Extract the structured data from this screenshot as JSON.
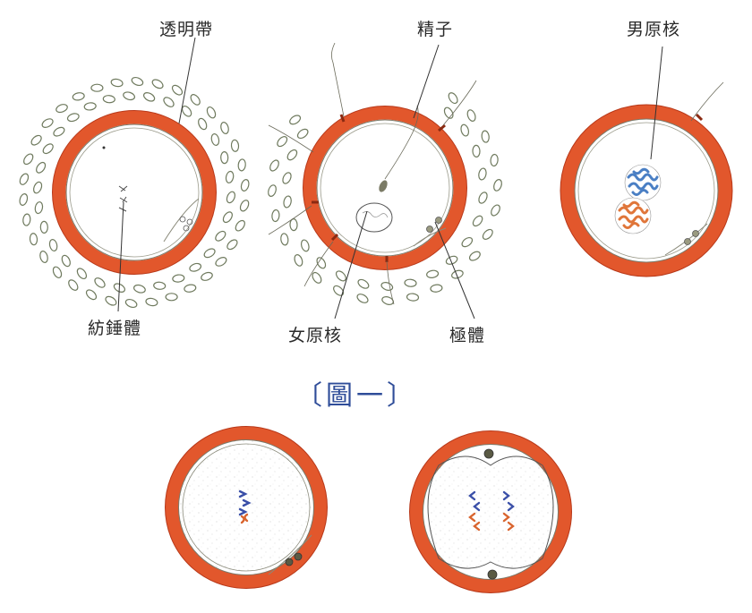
{
  "labels": {
    "zona_pellucida": "透明帶",
    "sperm": "精子",
    "male_pronucleus": "男原核",
    "spindle": "紡錘體",
    "female_pronucleus": "女原核",
    "polar_body": "極體"
  },
  "figure_title": "〔圖一〕",
  "colors": {
    "zona": "#e2572c",
    "zona_edge": "#b8391a",
    "label_text": "#2a2a2a",
    "title_blue": "#2f4d99",
    "chromosome_blue": "#3a4fa8",
    "chromosome_orange": "#d9642e",
    "pronucleus_blue": "#4a7fc4",
    "pronucleus_orange": "#e0763a",
    "follicle_cell": "#6f7a5e"
  }
}
